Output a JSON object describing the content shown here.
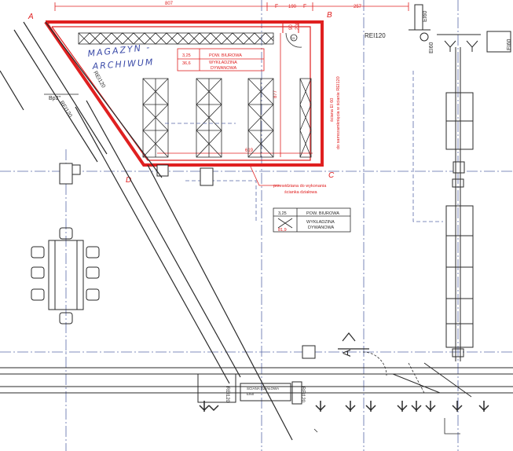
{
  "points": {
    "a": "A",
    "b": "B",
    "c": "C",
    "d": "D"
  },
  "dims": {
    "top_left": "807",
    "top_mid1": "190",
    "top_mid2": "257",
    "fa": "F",
    "fb": "F",
    "right_vertical": "877",
    "bottom": "619",
    "door_90": "90",
    "door_200": "200"
  },
  "labels": {
    "fire_rating": "REI120",
    "fire_rating_right": "REI120",
    "fire_rating_diag": "REI120",
    "fire_rating_bottom1": "REI120",
    "fire_rating_bottom2": "REI120",
    "ei60_top": "EI60",
    "ei60_side": "EI60",
    "ei60_right": "EI60",
    "bp3": "Bp3\"",
    "room_name_line1": "MAGAZYN -",
    "room_name_line2": "ARCHIWUM",
    "door_symbol": "D3",
    "wall_note_line1": "ściana EI 60",
    "wall_note_line2": "do samozamknięcia w ścianie REI120",
    "bottom_note_line1": "przewidziana do wykonania",
    "bottom_note_line2": "ścianka działowa",
    "corridor_note_line1": "ŚCIANA DZIAŁOWA",
    "corridor_note_line2": "EI60",
    "section_a": "A"
  },
  "red_table": {
    "r1c1": "3,25",
    "r1c2": "POW. BIUROWA",
    "r2c1": "36,6",
    "r2c2": "WYKŁADZINA",
    "r2c3": "DYWANOWA"
  },
  "black_table": {
    "r1c1": "3,25",
    "r1c2": "POW. BIUROWA",
    "r2c1": "81,9",
    "r2c2": "WYKŁADZINA",
    "r2c3": "DYWANOWA"
  },
  "colors": {
    "line": "#2a2a2a",
    "red": "#e02020",
    "grid": "#5a6aa8",
    "hand": "#3a4aa8"
  }
}
